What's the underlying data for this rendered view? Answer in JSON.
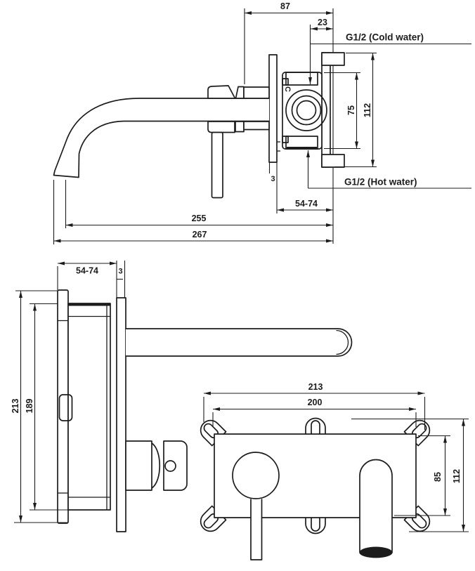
{
  "colors": {
    "line": "#1c1c1c",
    "background": "#ffffff"
  },
  "side_view": {
    "dim_87": "87",
    "dim_23": "23",
    "cold_label": "G1/2 (Cold water)",
    "hot_label": "G1/2 (Hot water)",
    "body_marking": "C",
    "dim_75": "75",
    "dim_112": "112",
    "dim_3": "3",
    "dim_54_74": "54-74",
    "dim_255": "255",
    "dim_267": "267"
  },
  "box_side_view": {
    "dim_54_74": "54-74",
    "dim_3": "3",
    "dim_213": "213",
    "dim_189": "189"
  },
  "box_front_view": {
    "dim_213": "213",
    "dim_200": "200",
    "dim_85": "85",
    "dim_112": "112"
  }
}
